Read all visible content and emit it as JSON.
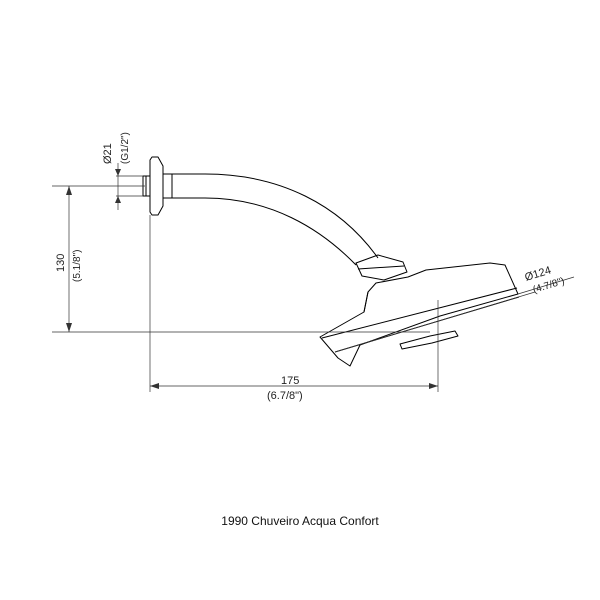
{
  "caption": "1990 Chuveiro Acqua Confort",
  "dimensions": {
    "pipe_diameter": {
      "metric": "Ø21",
      "imperial": "(G1/2\")"
    },
    "height": {
      "metric": "130",
      "imperial": "(5.1/8\")"
    },
    "length": {
      "metric": "175",
      "imperial": "(6.7/8\")"
    },
    "head_diameter": {
      "metric": "Ø124",
      "imperial": "(4.7/8\")"
    }
  },
  "colors": {
    "line": "#000000",
    "dimension": "#333333"
  }
}
